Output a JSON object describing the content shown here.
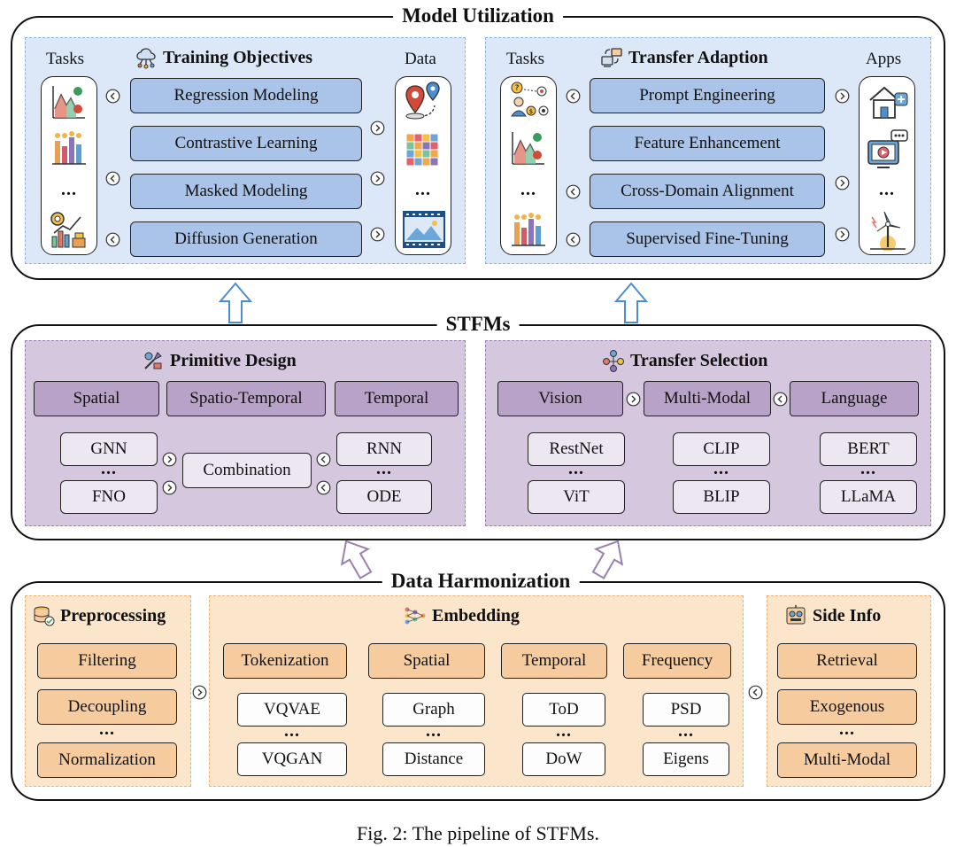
{
  "model_utilization": {
    "title": "Model Utilization",
    "training": {
      "title": "Training Objectives",
      "tasks_label": "Tasks",
      "data_label": "Data",
      "items": [
        "Regression Modeling",
        "Contrastive Learning",
        "Masked Modeling",
        "Diffusion Generation"
      ]
    },
    "transfer": {
      "title": "Transfer Adaption",
      "tasks_label": "Tasks",
      "apps_label": "Apps",
      "items": [
        "Prompt Engineering",
        "Feature Enhancement",
        "Cross-Domain Alignment",
        "Supervised Fine-Tuning"
      ]
    },
    "ellipsis": "..."
  },
  "stfms": {
    "title": "STFMs",
    "primitive": {
      "title": "Primitive Design",
      "headers": [
        "Spatial",
        "Spatio-Temporal",
        "Temporal"
      ],
      "spatial_items": [
        "GNN",
        "FNO"
      ],
      "temporal_items": [
        "RNN",
        "ODE"
      ],
      "combination": "Combination"
    },
    "selection": {
      "title": "Transfer Selection",
      "headers": [
        "Vision",
        "Multi-Modal",
        "Language"
      ],
      "vision_items": [
        "RestNet",
        "ViT"
      ],
      "multimodal_items": [
        "CLIP",
        "BLIP"
      ],
      "language_items": [
        "BERT",
        "LLaMA"
      ]
    },
    "ellipsis": "..."
  },
  "data_harmonization": {
    "title": "Data Harmonization",
    "preprocessing": {
      "title": "Preprocessing",
      "items": [
        "Filtering",
        "Decoupling",
        "Normalization"
      ]
    },
    "embedding": {
      "title": "Embedding",
      "groups": [
        {
          "header": "Tokenization",
          "items": [
            "VQVAE",
            "VQGAN"
          ]
        },
        {
          "header": "Spatial",
          "items": [
            "Graph",
            "Distance"
          ]
        },
        {
          "header": "Temporal",
          "items": [
            "ToD",
            "DoW"
          ]
        },
        {
          "header": "Frequency",
          "items": [
            "PSD",
            "Eigens"
          ]
        }
      ]
    },
    "side_info": {
      "title": "Side Info",
      "items": [
        "Retrieval",
        "Exogenous",
        "Multi-Modal"
      ]
    },
    "ellipsis": "..."
  },
  "caption": "Fig. 2: The pipeline of STFMs.",
  "colors": {
    "blue_panel": "#dce8f7",
    "blue_box": "#a9c4e8",
    "purple_panel": "#d5c8de",
    "purple_box": "#b8a2c8",
    "orange_panel": "#fbe5cb",
    "orange_box": "#f6cc9f"
  },
  "icons": [
    "cloud-network-icon",
    "transfer-devices-icon",
    "design-tools-icon",
    "network-selection-icon",
    "database-icon",
    "embedding-network-icon",
    "side-info-icon",
    "chevron-left-icon",
    "chevron-right-icon",
    "up-arrow-icon"
  ]
}
